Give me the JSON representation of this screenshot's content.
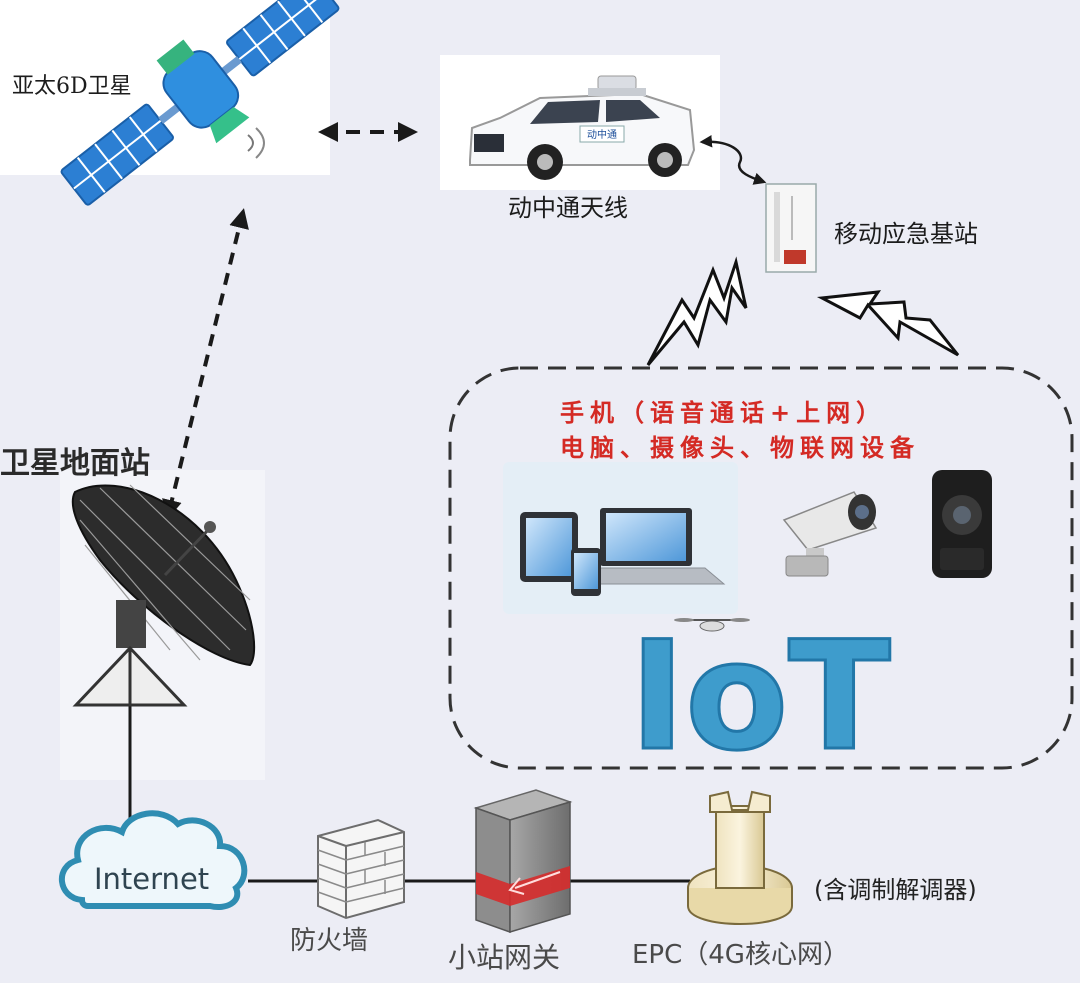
{
  "labels": {
    "satellite": "亚太6D卫星",
    "vehicle_antenna": "动中通天线",
    "emergency_base_station": "移动应急基站",
    "ground_station": "卫星地面站",
    "internet": "Internet",
    "firewall": "防火墙",
    "small_station_gateway": "小站网关",
    "epc": "EPC（4G核心网）",
    "modem_note": "(含调制解调器)",
    "vehicle_logo": "动中通"
  },
  "devices_box": {
    "line1": "手机（语音通话+上网）",
    "line2": "电脑、摄像头、物联网设备",
    "iot_text": "IoT"
  },
  "colors": {
    "red_text": "#d42a24",
    "iot_blue": "#3e9ccc",
    "line": "#1a1a1a",
    "cloud_fill": "#eef7fb",
    "cloud_stroke": "#2f8db2",
    "satellite_blue": "#2c7fd3"
  },
  "icons": {
    "satellite": "satellite-icon",
    "vehicle": "vehicle-icon",
    "base_station": "base-station-icon",
    "dish": "satellite-dish-icon",
    "cloud": "cloud-icon",
    "firewall": "brick-wall-icon",
    "gateway": "server-box-icon",
    "epc": "epc-core-icon",
    "tablet": "tablet-icon",
    "laptop": "laptop-icon",
    "phone": "phone-icon",
    "bullet_camera": "bullet-camera-icon",
    "dome_camera": "dome-camera-icon",
    "drone": "drone-icon"
  }
}
